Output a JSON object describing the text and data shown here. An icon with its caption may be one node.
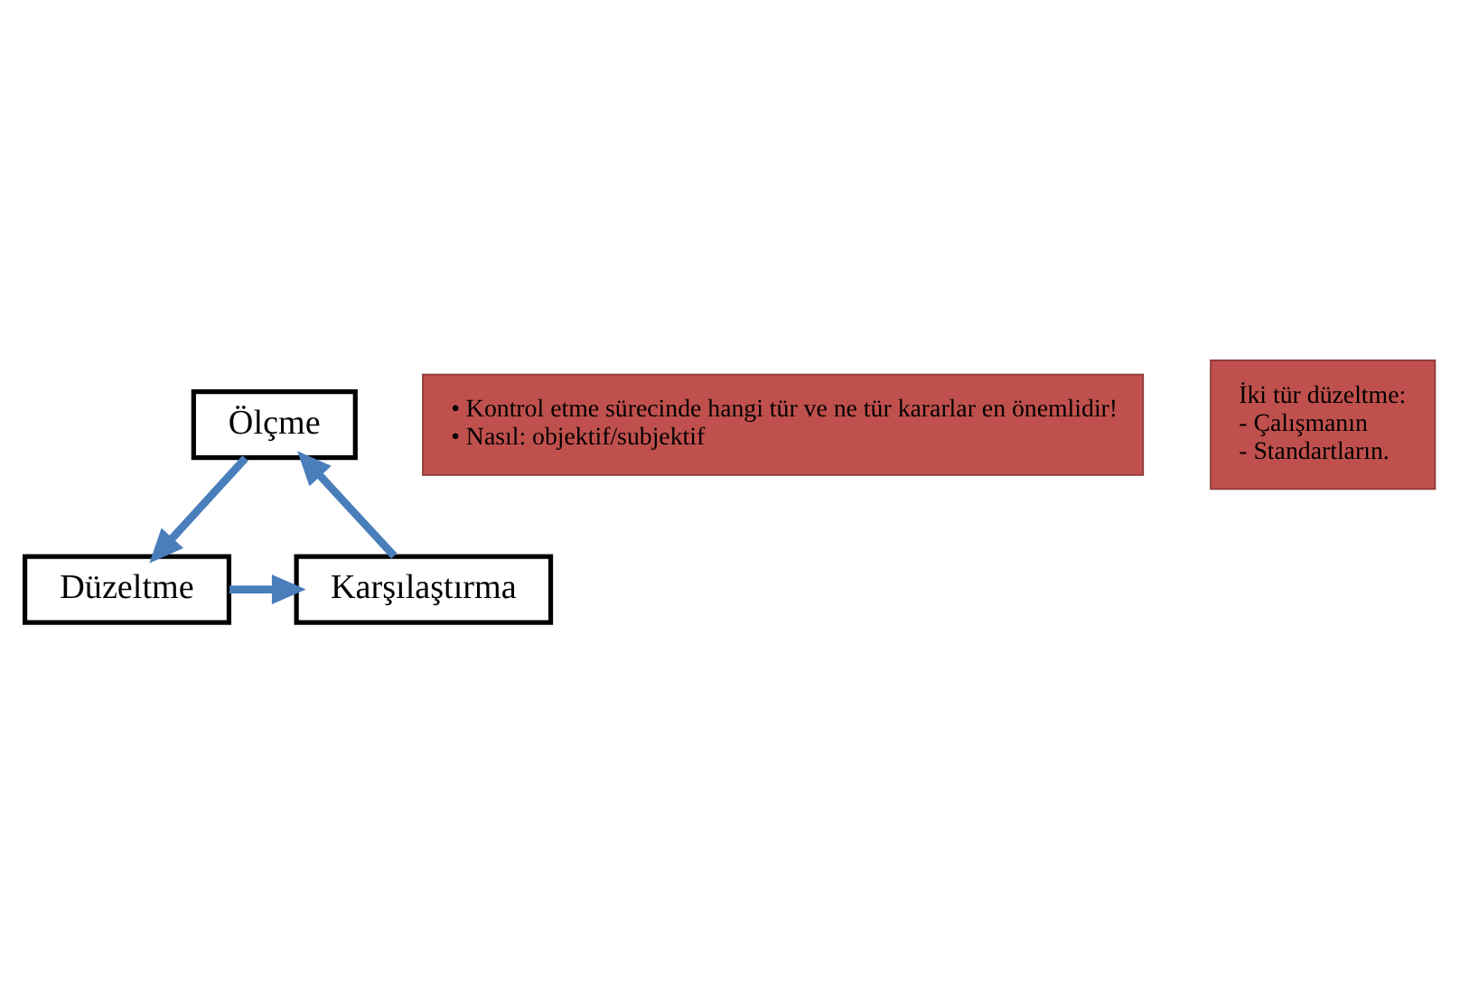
{
  "diagram": {
    "nodes": [
      {
        "text": [
          "Ölçme"
        ]
      },
      {
        "text": [
          "Düzeltme"
        ]
      },
      {
        "text": [
          "Karşılaştırma"
        ]
      },
      {
        "text": [
          "• Kontrol etme sürecinde hangi tür ve ne tür kararlar en önemlidir!",
          "• Nasıl: objektif/subjektif"
        ]
      },
      {
        "text": [
          "İki tür düzeltme:",
          "- Çalışmanın",
          "- Standartların."
        ]
      }
    ],
    "edges": [
      {
        "from": 2,
        "to": 0,
        "arrow": "to"
      },
      {
        "from": 0,
        "to": 1,
        "arrow": "to"
      },
      {
        "from": 1,
        "to": 2,
        "arrow": "to"
      }
    ]
  }
}
